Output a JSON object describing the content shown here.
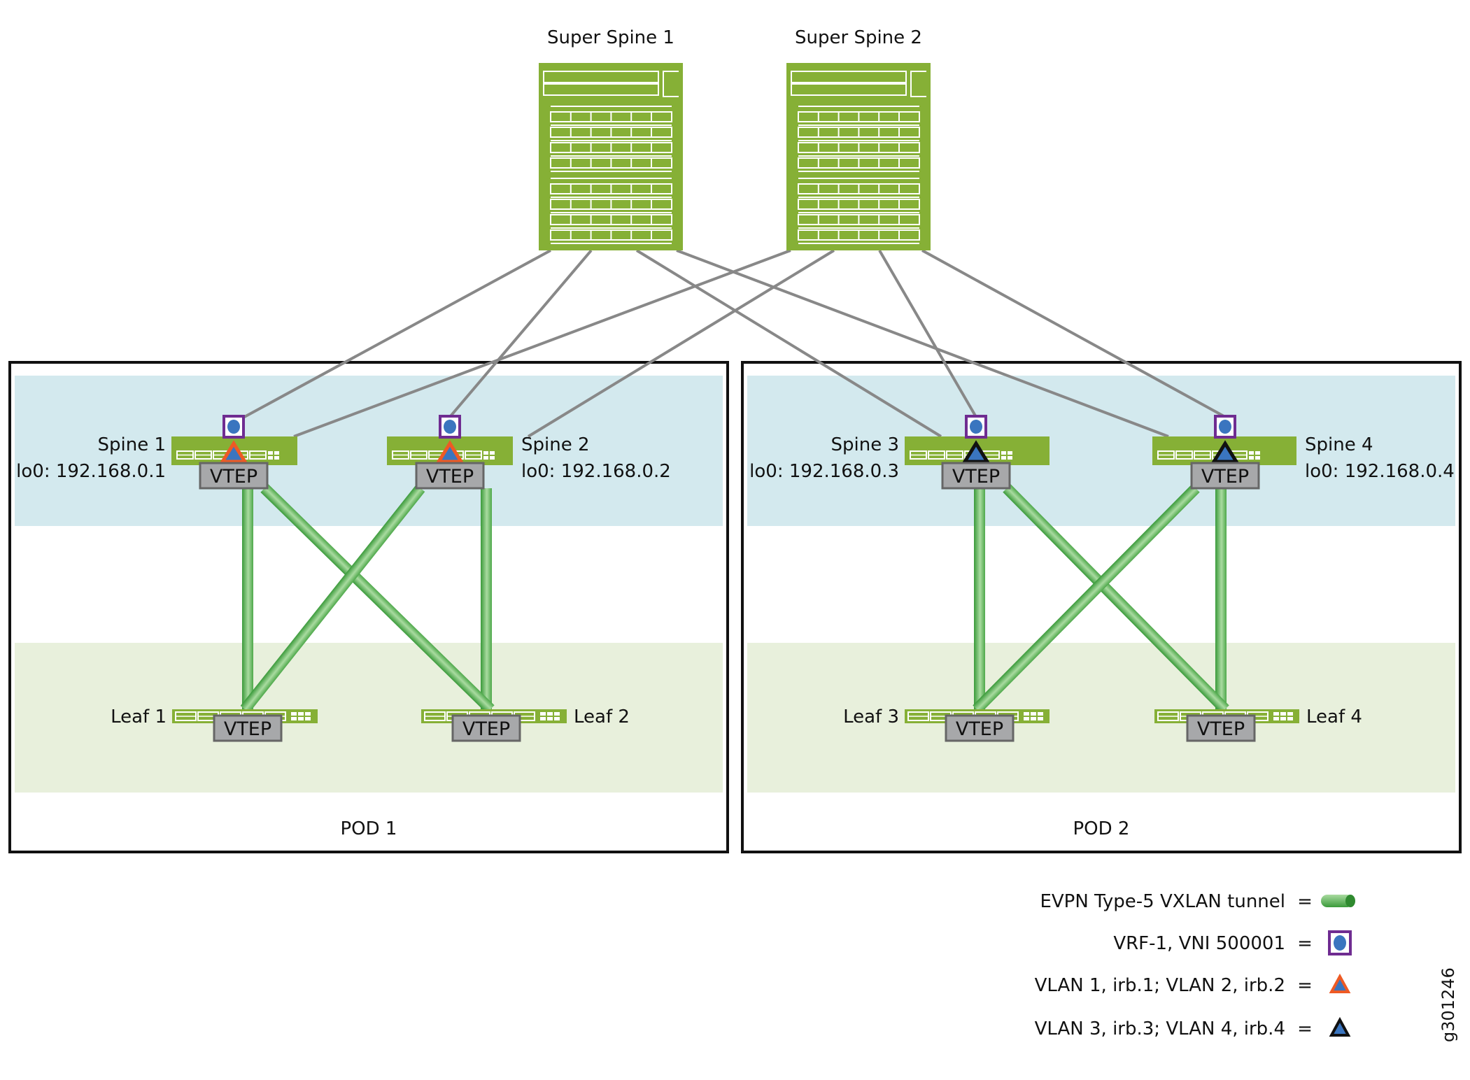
{
  "super_spines": [
    {
      "id": "ss1",
      "label": "Super Spine 1"
    },
    {
      "id": "ss2",
      "label": "Super Spine 2"
    }
  ],
  "pods": [
    {
      "label": "POD 1",
      "spines": [
        {
          "label": "Spine 1",
          "lo0": "lo0: 192.168.0.1",
          "vlan_group": "vlan12"
        },
        {
          "label": "Spine 2",
          "lo0": "lo0: 192.168.0.2",
          "vlan_group": "vlan12"
        }
      ],
      "leaves": [
        {
          "label": "Leaf 1"
        },
        {
          "label": "Leaf 2"
        }
      ]
    },
    {
      "label": "POD 2",
      "spines": [
        {
          "label": "Spine 3",
          "lo0": "lo0: 192.168.0.3",
          "vlan_group": "vlan34"
        },
        {
          "label": "Spine 4",
          "lo0": "lo0: 192.168.0.4",
          "vlan_group": "vlan34"
        }
      ],
      "leaves": [
        {
          "label": "Leaf 3"
        },
        {
          "label": "Leaf 4"
        }
      ]
    }
  ],
  "vtep_label": "VTEP",
  "legend": [
    {
      "label": "EVPN Type-5 VXLAN tunnel",
      "eq": "=",
      "icon": "tunnel-icon"
    },
    {
      "label": "VRF-1, VNI 500001",
      "eq": "=",
      "icon": "vrf-icon"
    },
    {
      "label": "VLAN 1, irb.1; VLAN 2, irb.2",
      "eq": "=",
      "icon": "vlan12-triangle-icon"
    },
    {
      "label": "VLAN 3, irb.3;  VLAN 4, irb.4",
      "eq": "=",
      "icon": "vlan34-triangle-icon"
    }
  ],
  "figure_id": "g301246",
  "colors": {
    "switch_green": "#86b036",
    "tunnel_green": "#4ea84a",
    "spine_band": "#d3e9ee",
    "leaf_band": "#e8f0dc",
    "link_gray": "#888888",
    "vtep_gray": "#a7a8aa",
    "vrf_purple": "#6f2c91",
    "dot_blue": "#3a75bf",
    "vlan12_orange": "#ee5a24",
    "vlan34_black": "#111111"
  }
}
